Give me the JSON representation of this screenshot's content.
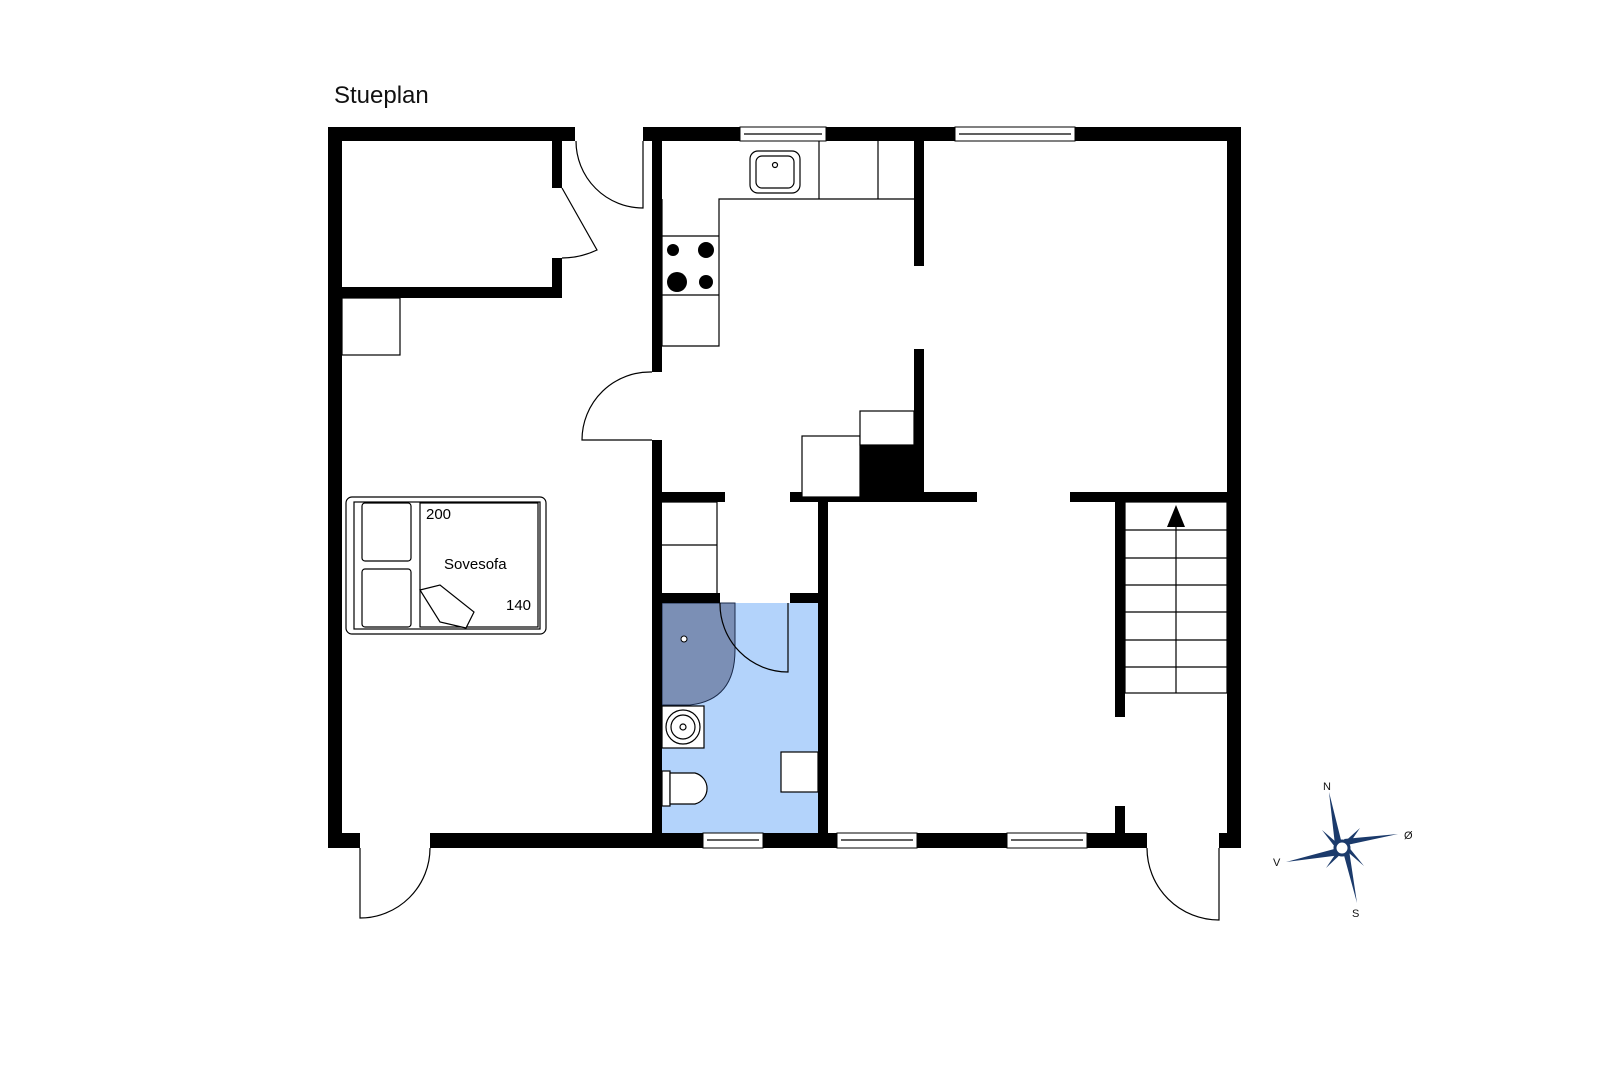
{
  "plan": {
    "title": "Stueplan",
    "furniture": {
      "sofa_label": "Sovesofa",
      "sofa_length": "200",
      "sofa_width": "140"
    },
    "colors": {
      "bathroom_floor": "#b3d3fb",
      "shower": "#7b8fb5",
      "wall": "#000000",
      "compass": "#1b3a6b"
    }
  },
  "compass": {
    "north": "N",
    "east": "Ø",
    "south": "S",
    "west": "V"
  }
}
